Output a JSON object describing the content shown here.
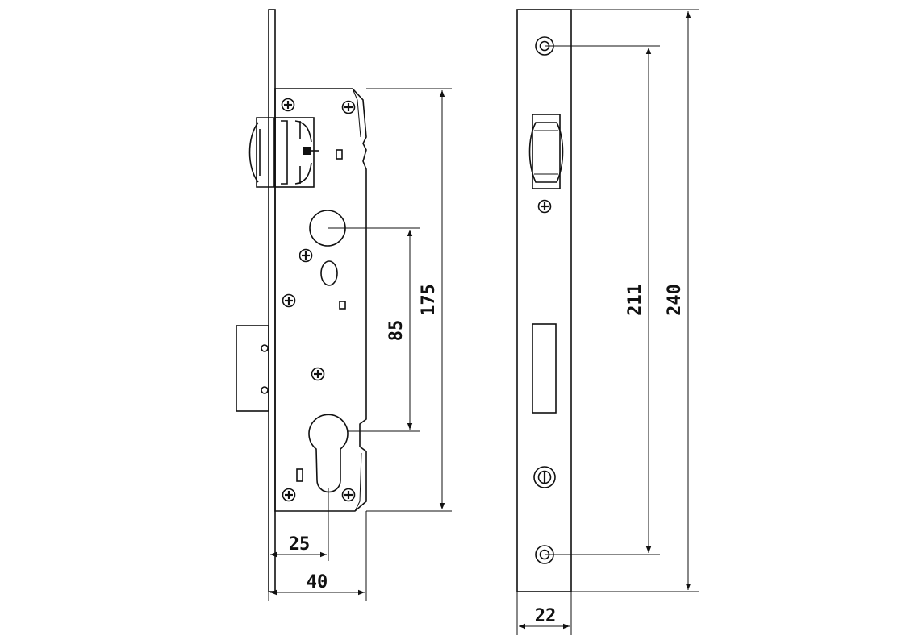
{
  "dimensions": {
    "backset": "25",
    "case_width": "40",
    "center_distance": "85",
    "case_height": "175",
    "faceplate_width": "22",
    "screw_spacing": "211",
    "faceplate_height": "240"
  }
}
